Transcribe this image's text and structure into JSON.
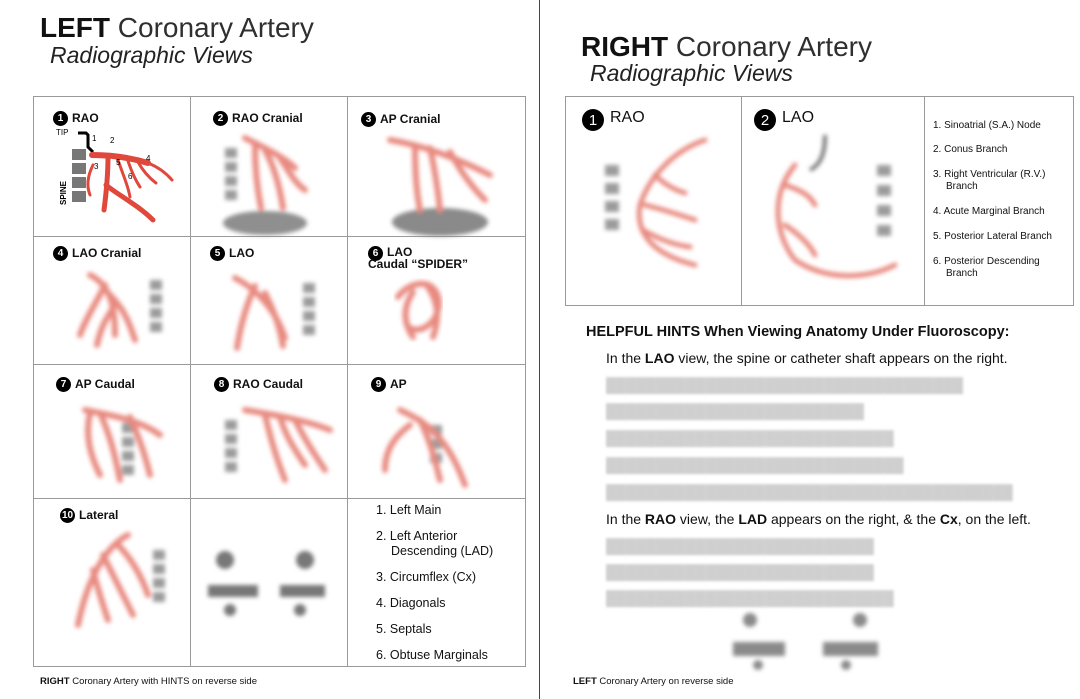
{
  "left": {
    "title_bold": "LEFT",
    "title_rest": "Coronary Artery",
    "subtitle": "Radiographic Views",
    "views": [
      {
        "num": "1",
        "label": "RAO"
      },
      {
        "num": "2",
        "label": "RAO Cranial"
      },
      {
        "num": "3",
        "label": "AP Cranial"
      },
      {
        "num": "4",
        "label": "LAO Cranial"
      },
      {
        "num": "5",
        "label": "LAO"
      },
      {
        "num": "6",
        "label": "LAO",
        "label2": "Caudal “SPIDER”"
      },
      {
        "num": "7",
        "label": "AP Caudal"
      },
      {
        "num": "8",
        "label": "RAO Caudal"
      },
      {
        "num": "9",
        "label": "AP"
      },
      {
        "num": "10",
        "label": "Lateral"
      }
    ],
    "diagram_labels": {
      "tip": "TIP",
      "spine": "SPINE",
      "n1": "1",
      "n2": "2",
      "n3": "3",
      "n4": "4",
      "n5": "5",
      "n6": "6"
    },
    "legend": [
      "1. Left Main",
      "2. Left Anterior",
      "Descending (LAD)",
      "3. Circumflex (Cx)",
      "4. Diagonals",
      "5. Septals",
      "6. Obtuse Marginals"
    ],
    "footer_bold": "RIGHT",
    "footer_rest": "Coronary Artery with HINTS on reverse side"
  },
  "right": {
    "title_bold": "RIGHT",
    "title_rest": "Coronary Artery",
    "subtitle": "Radiographic Views",
    "views": [
      {
        "num": "1",
        "label": "RAO"
      },
      {
        "num": "2",
        "label": "LAO"
      }
    ],
    "legend": [
      "1. Sinoatrial (S.A.) Node",
      "2. Conus Branch",
      "3. Right Ventricular (R.V.)",
      "Branch",
      "4. Acute Marginal Branch",
      "5. Posterior Lateral Branch",
      "6. Posterior Descending",
      "Branch"
    ],
    "hints_title": "HELPFUL HINTS When Viewing Anatomy Under Fluoroscopy:",
    "hint1": {
      "a": "In the ",
      "b": "LAO",
      "c": " view, the spine or catheter shaft appears on the right."
    },
    "hint2": {
      "a": "In the ",
      "b": "RAO",
      "c": " view, the ",
      "d": "LAD",
      "e": " appears on the right, & the ",
      "f": "Cx",
      "g": ", on the left."
    },
    "footer_bold": "LEFT",
    "footer_rest": "Coronary Artery on reverse side"
  },
  "colors": {
    "artery": "#e0483c",
    "artery_light": "#e88a80",
    "shadow": "#8f8f8f",
    "grid_line": "#9a9a9a"
  }
}
